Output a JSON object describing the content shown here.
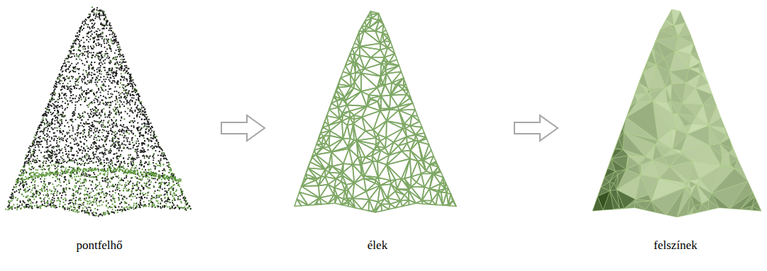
{
  "diagram": {
    "labels": [
      "pontfelhő",
      "élek",
      "felszínek"
    ]
  }
}
